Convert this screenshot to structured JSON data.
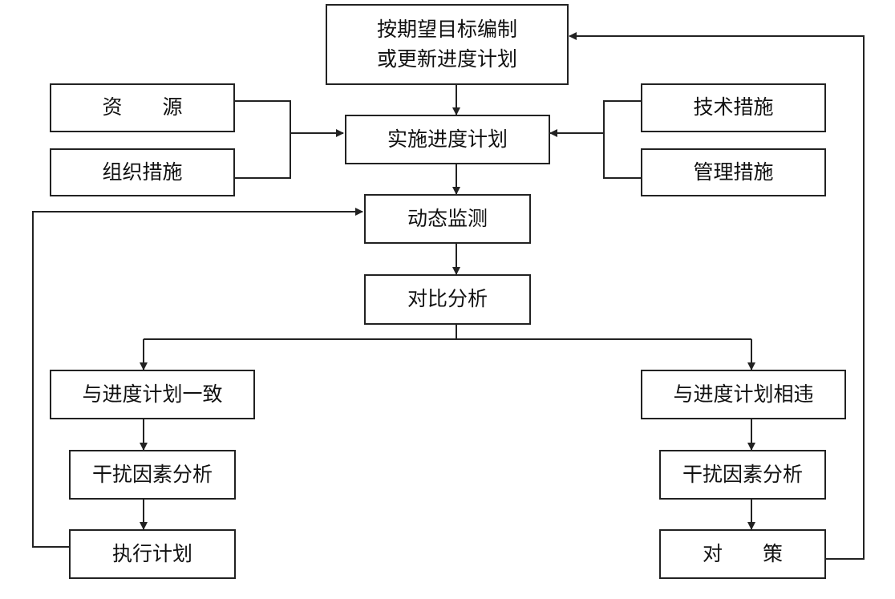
{
  "nodes": {
    "plan": {
      "line1": "按期望目标编制",
      "line2": "或更新进度计划"
    },
    "resources": "资　　源",
    "org": "组织措施",
    "implement": "实施进度计划",
    "tech": "技术措施",
    "mgmt": "管理措施",
    "monitor": "动态监测",
    "compare": "对比分析",
    "consistent": "与进度计划一致",
    "deviate": "与进度计划相违",
    "interf_left": "干扰因素分析",
    "interf_right": "干扰因素分析",
    "execute": "执行计划",
    "measures": "对　　策"
  },
  "colors": {
    "stroke": "#222222",
    "text": "#111111",
    "background": "#ffffff"
  }
}
